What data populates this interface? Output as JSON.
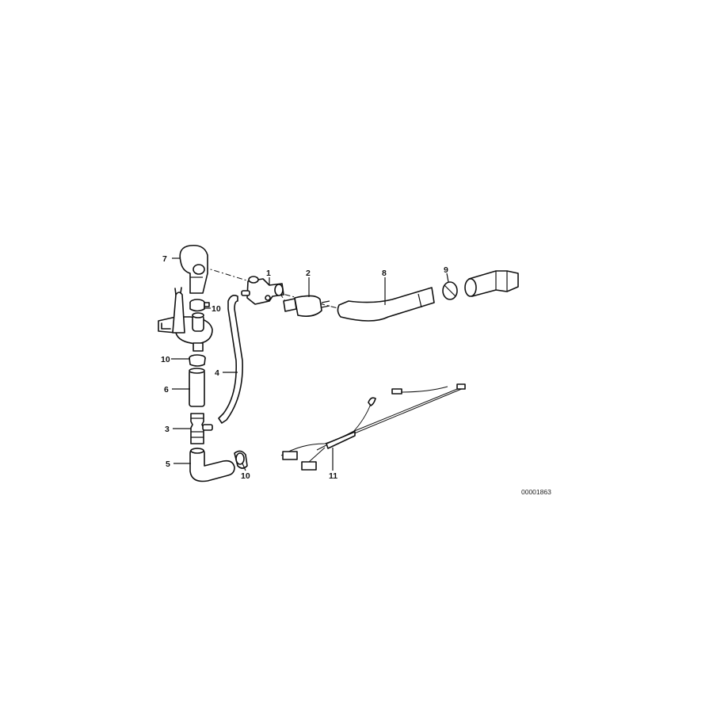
{
  "diagram": {
    "reference_number": "00001863",
    "callouts": [
      {
        "id": "callout-7",
        "label": "7"
      },
      {
        "id": "callout-10a",
        "label": "10"
      },
      {
        "id": "callout-10b",
        "label": "10"
      },
      {
        "id": "callout-6",
        "label": "6"
      },
      {
        "id": "callout-3",
        "label": "3"
      },
      {
        "id": "callout-5",
        "label": "5"
      },
      {
        "id": "callout-10c",
        "label": "10"
      },
      {
        "id": "callout-4",
        "label": "4"
      },
      {
        "id": "callout-1",
        "label": "1"
      },
      {
        "id": "callout-2",
        "label": "2"
      },
      {
        "id": "callout-8",
        "label": "8"
      },
      {
        "id": "callout-9",
        "label": "9"
      },
      {
        "id": "callout-11",
        "label": "11"
      }
    ]
  }
}
